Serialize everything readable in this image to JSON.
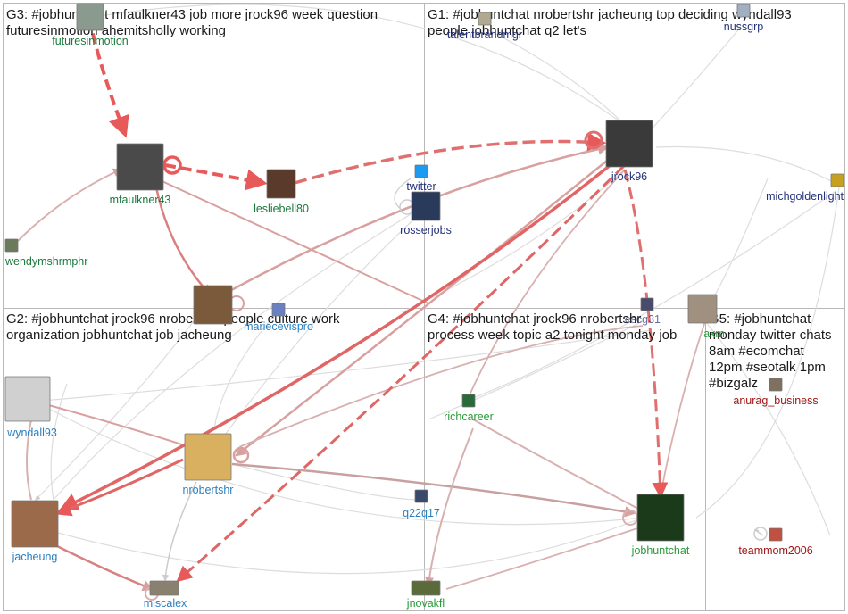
{
  "groups": [
    {
      "id": "G3",
      "lines": [
        "G3: #jobhuntchat mfaulkner43 job more jrock96 week question",
        "futuresinmotion ahemitsholly working"
      ]
    },
    {
      "id": "G1",
      "lines": [
        "G1: #jobhuntchat nrobertshr jacheung top deciding wyndall93",
        "people jobhuntchat q2 let's"
      ]
    },
    {
      "id": "G2",
      "lines": [
        "G2: #jobhuntchat jrock96 nrobertshr people culture work",
        "organization jobhuntchat job jacheung"
      ]
    },
    {
      "id": "G4",
      "lines": [
        "G4: #jobhuntchat jrock96 nrobertshr",
        "process week topic a2 tonight monday job"
      ]
    },
    {
      "id": "G5",
      "lines": [
        "G5: #jobhuntchat",
        "monday twitter chats",
        "8am #ecomchat",
        "12pm #seotalk 1pm",
        "#bizgalz"
      ]
    }
  ],
  "nodes": [
    {
      "id": "futuresinmotion",
      "label": "futuresinmotion",
      "color": "#1a7a3c",
      "avatar": "#8a9a8e"
    },
    {
      "id": "mfaulkner43",
      "label": "mfaulkner43",
      "color": "#1a7a3c",
      "avatar": "#4a4a4a"
    },
    {
      "id": "lesliebell80",
      "label": "lesliebell80",
      "color": "#1a7a3c",
      "avatar": "#5a3a2a"
    },
    {
      "id": "wendymshrmphr",
      "label": "wendymshrmphr",
      "color": "#1a7a3c",
      "avatar": "#6a7a5a"
    },
    {
      "id": "ahemitsholly",
      "label": "",
      "color": "#1a7a3c",
      "avatar": "#7a5a3a"
    },
    {
      "id": "talentbrandmgr",
      "label": "talentbrandmgr",
      "color": "#23307a",
      "avatar": "#b0a890"
    },
    {
      "id": "nussgrp",
      "label": "nussgrp",
      "color": "#23307a",
      "avatar": "#a0b0c0"
    },
    {
      "id": "jrock96",
      "label": "jrock96",
      "color": "#23307a",
      "avatar": "#3a3a3a"
    },
    {
      "id": "michgoldenlight",
      "label": "michgoldenlight",
      "color": "#23307a",
      "avatar": "#c8a020"
    },
    {
      "id": "twitter",
      "label": "twitter",
      "color": "#23307a",
      "avatar": "#1d9bf0"
    },
    {
      "id": "rosserjobs",
      "label": "rosserjobs",
      "color": "#23307a",
      "avatar": "#2a3a5a"
    },
    {
      "id": "mariecevispro",
      "label": "mariecevispro",
      "color": "#2a7fc0",
      "avatar": "#6a80c0"
    },
    {
      "id": "wyndall93",
      "label": "wyndall93",
      "color": "#2a7fc0",
      "avatar": "#d0d0d0"
    },
    {
      "id": "nrobertshr",
      "label": "nrobertshr",
      "color": "#2a7fc0",
      "avatar": "#d8b060"
    },
    {
      "id": "jacheung",
      "label": "jacheung",
      "color": "#2a7fc0",
      "avatar": "#9a6a4a"
    },
    {
      "id": "miscalex",
      "label": "miscalex",
      "color": "#2a7fc0",
      "avatar": "#8a8070"
    },
    {
      "id": "q22q17",
      "label": "q22q17",
      "color": "#2a7fc0",
      "avatar": "#3a4a6a"
    },
    {
      "id": "escg31",
      "label": "escg31",
      "color": "#23307a",
      "avatar": "#4a4a6a"
    },
    {
      "id": "richcareer",
      "label": "richcareer",
      "color": "#2a9a3a",
      "avatar": "#2a6a3a"
    },
    {
      "id": "jobhuntchat",
      "label": "jobhuntchat",
      "color": "#2a9a3a",
      "avatar": "#1a3a1a"
    },
    {
      "id": "jnovakfl",
      "label": "jnovakfl",
      "color": "#2a9a3a",
      "avatar": "#5a6a3a"
    },
    {
      "id": "gakm",
      "label": "akm",
      "color": "#2a9a3a",
      "avatar": "#a09080"
    },
    {
      "id": "anurag_business",
      "label": "anurag_business",
      "color": "#a01818",
      "avatar": "#807060"
    },
    {
      "id": "teammom2006",
      "label": "teammom2006",
      "color": "#a01818",
      "avatar": "#c05040"
    }
  ],
  "colors": {
    "grid_line": "#b8b8b8",
    "edge_strong": "#e06666",
    "edge_medium": "#d9a0a0",
    "edge_light": "#cccccc",
    "background": "#ffffff"
  }
}
